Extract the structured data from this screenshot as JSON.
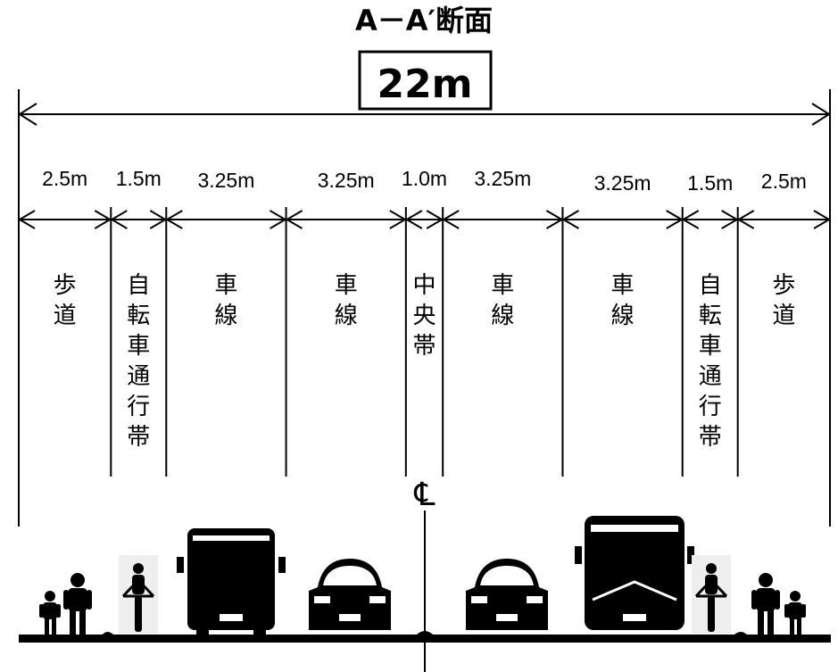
{
  "title": "A－A′断面",
  "total_width": "22m",
  "centerline_symbol": "℄",
  "lanes": [
    {
      "width": "2.5m",
      "meters": 2.5,
      "name": "歩道"
    },
    {
      "width": "1.5m",
      "meters": 1.5,
      "name": "自転車通行帯"
    },
    {
      "width": "3.25m",
      "meters": 3.25,
      "name": "車線"
    },
    {
      "width": "3.25m",
      "meters": 3.25,
      "name": "車線"
    },
    {
      "width": "1.0m",
      "meters": 1.0,
      "name": "中央帯"
    },
    {
      "width": "3.25m",
      "meters": 3.25,
      "name": "車線"
    },
    {
      "width": "3.25m",
      "meters": 3.25,
      "name": "車線"
    },
    {
      "width": "1.5m",
      "meters": 1.5,
      "name": "自転車通行帯"
    },
    {
      "width": "2.5m",
      "meters": 2.5,
      "name": "歩道"
    }
  ],
  "figures": [
    {
      "icon": "pedestrian-adult-icon"
    },
    {
      "icon": "pedestrian-child-icon"
    },
    {
      "icon": "cyclist-icon"
    },
    {
      "icon": "bus-front-icon"
    },
    {
      "icon": "car-front-icon"
    },
    {
      "icon": "car-front-icon"
    },
    {
      "icon": "bus-front-icon"
    },
    {
      "icon": "cyclist-icon"
    },
    {
      "icon": "pedestrian-adult-icon"
    },
    {
      "icon": "pedestrian-child-icon"
    }
  ]
}
